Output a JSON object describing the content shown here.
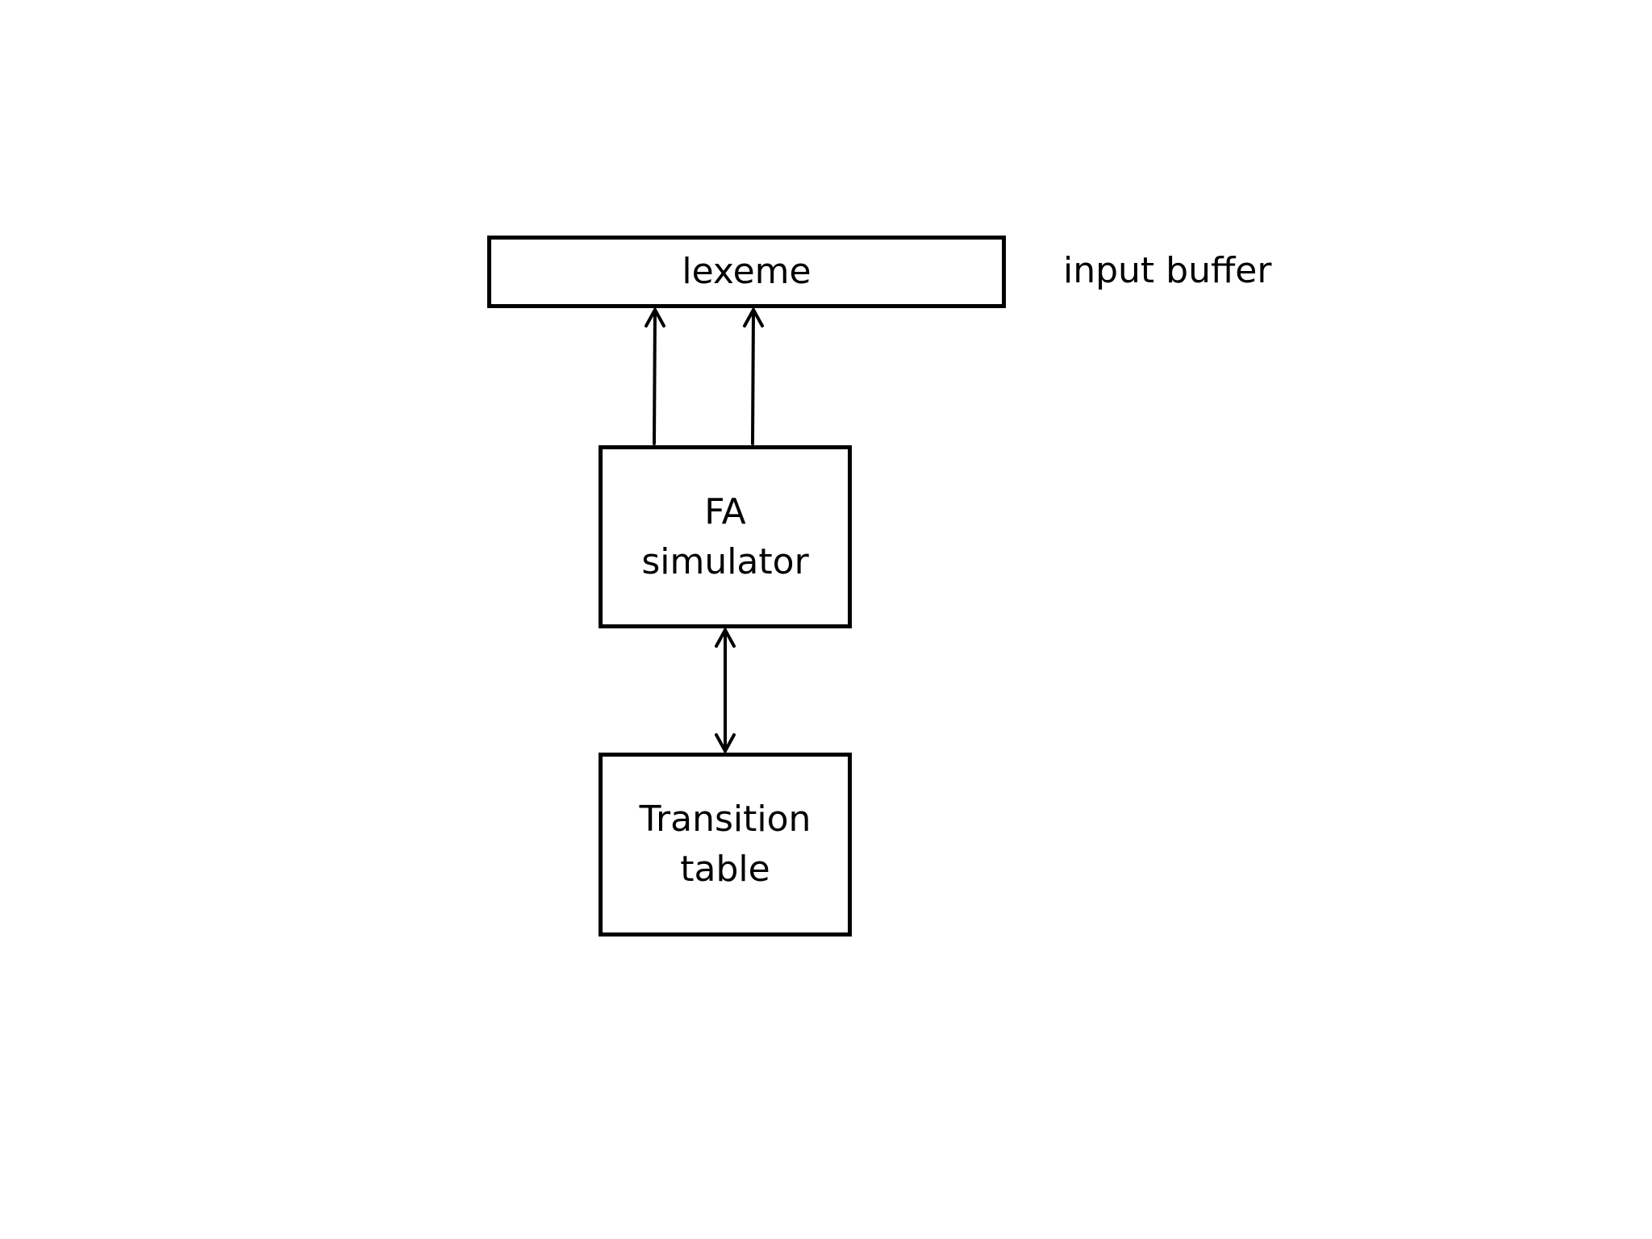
{
  "diagram": {
    "input_buffer": {
      "box_text": "lexeme",
      "side_label": "input buffer"
    },
    "fa_simulator": {
      "line1": "FA",
      "line2": "simulator"
    },
    "transition_table": {
      "line1": "Transition",
      "line2": "table"
    },
    "colors": {
      "stroke": "#000000",
      "background": "#ffffff"
    }
  }
}
